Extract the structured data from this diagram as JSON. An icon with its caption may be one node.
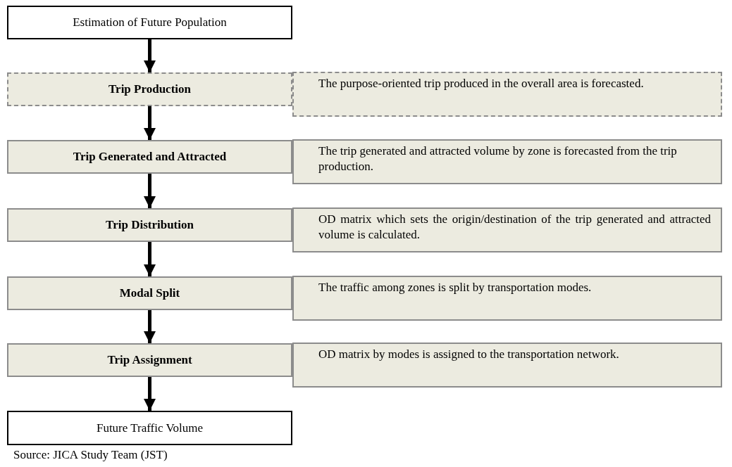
{
  "diagram": {
    "nodes": [
      {
        "text": [
          "Estimation of Future Population"
        ]
      },
      {
        "text": [
          "Trip Production"
        ]
      },
      {
        "text": [
          "The purpose-oriented trip produced in the overall area is forecasted."
        ]
      },
      {
        "text": [
          "Trip Generated and Attracted"
        ]
      },
      {
        "text": [
          "The trip generated and attracted volume by zone is forecasted from the trip production."
        ]
      },
      {
        "text": [
          "Trip Distribution"
        ]
      },
      {
        "text": [
          "OD matrix which sets the origin/destination of the trip generated and attracted volume is calculated."
        ]
      },
      {
        "text": [
          "Modal Split"
        ]
      },
      {
        "text": [
          "The traffic among zones is split by transportation modes."
        ]
      },
      {
        "text": [
          "Trip Assignment"
        ]
      },
      {
        "text": [
          "OD matrix by modes is assigned to the transportation network."
        ]
      },
      {
        "text": [
          "Future Traffic Volume"
        ]
      }
    ],
    "edges": [
      {
        "from": 0,
        "to": 1,
        "arrow": "to"
      },
      {
        "from": 1,
        "to": 3,
        "arrow": "to"
      },
      {
        "from": 3,
        "to": 5,
        "arrow": "to"
      },
      {
        "from": 5,
        "to": 7,
        "arrow": "to"
      },
      {
        "from": 7,
        "to": 9,
        "arrow": "to"
      },
      {
        "from": 9,
        "to": 11,
        "arrow": "to"
      }
    ],
    "labels": [
      "Source: JICA Study Team (JST)"
    ]
  }
}
